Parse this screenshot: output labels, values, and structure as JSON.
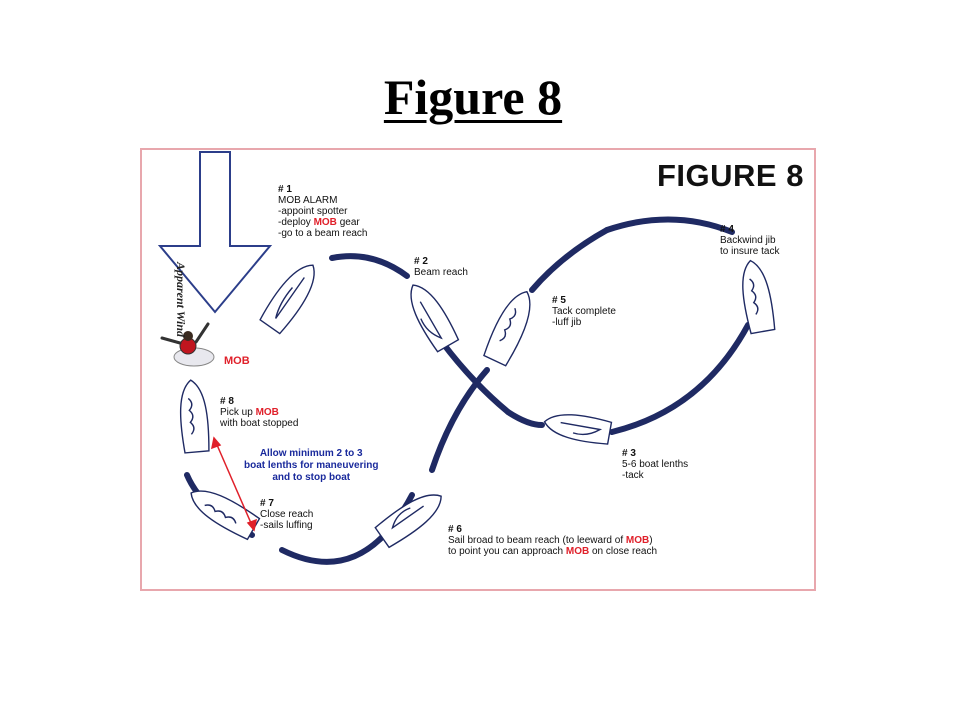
{
  "slide_title": "Figure 8",
  "diagram": {
    "title": "FIGURE 8",
    "wind_label": "Apparent Wind",
    "mob_label": "MOB",
    "steps": [
      {
        "number": "# 1",
        "lines": [
          "MOB ALARM",
          "-appoint spotter",
          "-deploy ",
          "MOB",
          " gear",
          "-go to a beam reach"
        ]
      },
      {
        "number": "# 2",
        "lines": [
          "Beam reach"
        ]
      },
      {
        "number": "# 3",
        "lines": [
          "5-6 boat lenths",
          "-tack"
        ]
      },
      {
        "number": "# 4",
        "lines": [
          "Backwind jib",
          "to insure tack"
        ]
      },
      {
        "number": "# 5",
        "lines": [
          "Tack complete",
          "-luff jib"
        ]
      },
      {
        "number": "# 6",
        "lines": [
          "Sail broad to beam reach (to leeward of ",
          "MOB",
          ")",
          "to point you can approach ",
          "MOB",
          " on close reach"
        ]
      },
      {
        "number": "# 7",
        "lines": [
          "Close reach",
          "-sails luffing"
        ]
      },
      {
        "number": "# 8",
        "lines": [
          "Pick up ",
          "MOB",
          "with boat stopped"
        ]
      }
    ],
    "allow_note": [
      "Allow minimum 2 to 3",
      "boat lenths for maneuvering",
      "and to stop boat"
    ],
    "colors": {
      "path": "#1f2a63",
      "mob": "#e0202a",
      "frame": "#e8a7ad",
      "note": "#1a2a9c"
    }
  }
}
